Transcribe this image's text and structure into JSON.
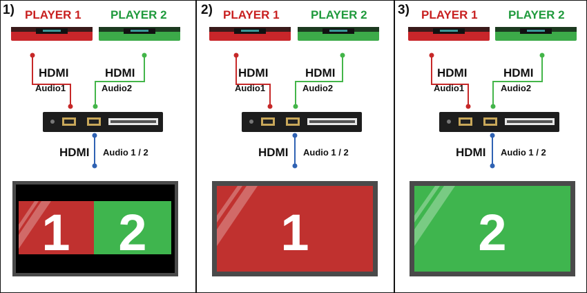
{
  "panels": [
    {
      "number": "1)",
      "player1_label": "PLAYER 1",
      "player2_label": "PLAYER 2",
      "hdmi_label_left": "HDMI",
      "hdmi_label_right": "HDMI",
      "audio_left": "Audio1",
      "audio_right": "Audio2",
      "out_hdmi": "HDMI",
      "out_audio": "Audio 1 / 2",
      "screen": {
        "mode": "split",
        "left_text": "1",
        "right_text": "2"
      }
    },
    {
      "number": "2)",
      "player1_label": "PLAYER 1",
      "player2_label": "PLAYER 2",
      "hdmi_label_left": "HDMI",
      "hdmi_label_right": "HDMI",
      "audio_left": "Audio1",
      "audio_right": "Audio2",
      "out_hdmi": "HDMI",
      "out_audio": "Audio 1 / 2",
      "screen": {
        "mode": "single",
        "text": "1",
        "color": "red"
      }
    },
    {
      "number": "3)",
      "player1_label": "PLAYER 1",
      "player2_label": "PLAYER 2",
      "hdmi_label_left": "HDMI",
      "hdmi_label_right": "HDMI",
      "audio_left": "Audio1",
      "audio_right": "Audio2",
      "out_hdmi": "HDMI",
      "out_audio": "Audio 1 / 2",
      "screen": {
        "mode": "single",
        "text": "2",
        "color": "green"
      }
    }
  ],
  "colors": {
    "red": "#c0312f",
    "green": "#3fb54e",
    "wire_red": "#c62828",
    "wire_green": "#43b549",
    "wire_blue": "#2f62b3",
    "bezel": "#4a4a4a",
    "device": "#1d1d1d"
  }
}
